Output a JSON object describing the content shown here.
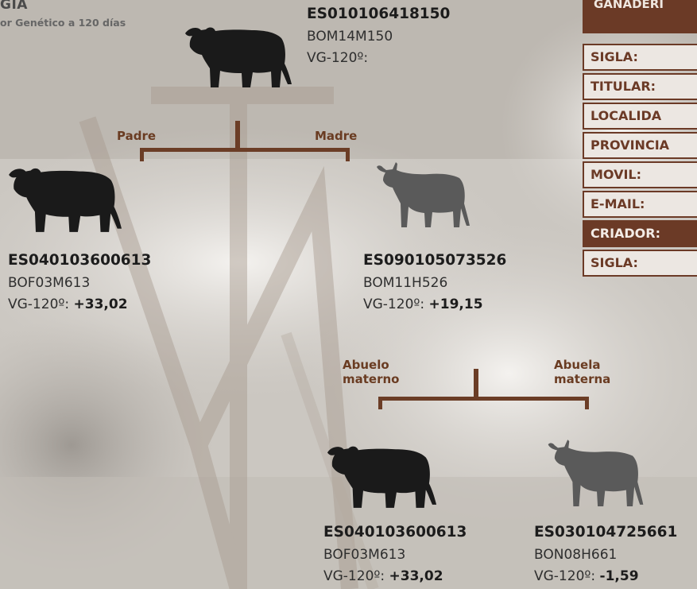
{
  "header": {
    "title": "GIA",
    "subtitle": "or Genético a 120 días"
  },
  "animals": {
    "subject": {
      "id": "ES010106418150",
      "code": "BOM14M150",
      "vg_label": "VG-120º:",
      "vg_value": ""
    },
    "padre": {
      "id": "ES040103600613",
      "code": "BOF03M613",
      "vg_label": "VG-120º:",
      "vg_value": "+33,02"
    },
    "madre": {
      "id": "ES090105073526",
      "code": "BOM11H526",
      "vg_label": "VG-120º:",
      "vg_value": "+19,15"
    },
    "abuelo_materno": {
      "id": "ES040103600613",
      "code": "BOF03M613",
      "vg_label": "VG-120º:",
      "vg_value": "+33,02"
    },
    "abuela_materna": {
      "id": "ES030104725661",
      "code": "BON08H661",
      "vg_label": "VG-120º:",
      "vg_value": "-1,59"
    }
  },
  "relations": {
    "padre": "Padre",
    "madre": "Madre",
    "abuelo_materno": [
      "Abuelo",
      "materno"
    ],
    "abuela_materna": [
      "Abuela",
      "materna"
    ]
  },
  "ganaderia": {
    "title": "GANADERI",
    "fields": [
      "SIGLA:",
      "TITULAR:",
      "LOCALIDA",
      "PROVINCIA",
      "MOVIL:",
      "E-MAIL:",
      "CRIADOR:",
      "SIGLA:"
    ]
  },
  "colors": {
    "brown": "#6b3a26",
    "bull_black": "#1a1a1a",
    "cow_gray": "#5a5a5a"
  },
  "icons": [
    "bull-icon",
    "cow-icon"
  ]
}
